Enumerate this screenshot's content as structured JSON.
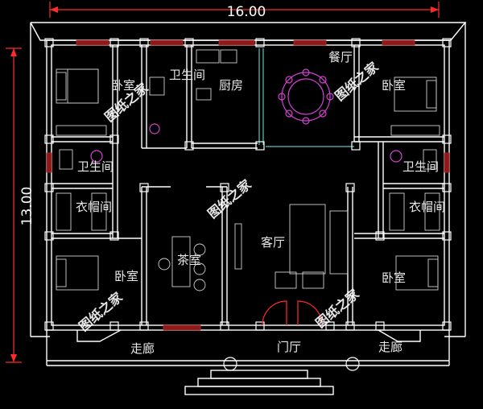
{
  "dimensions": {
    "width": "16.00",
    "height": "13.00"
  },
  "rooms": {
    "bedroom_nw": "卧室",
    "bathroom_n": "卫生间",
    "kitchen": "厨房",
    "dining": "餐厅",
    "bedroom_ne": "卧室",
    "bathroom_w": "卫生间",
    "bathroom_e": "卫生间",
    "closet_w": "衣帽间",
    "closet_e": "衣帽间",
    "living": "客厅",
    "tea": "茶室",
    "bedroom_sw": "卧室",
    "bedroom_se": "卧室",
    "corridor_w": "走廊",
    "entrance": "门厅",
    "corridor_e": "走廊"
  },
  "watermark": "图纸之家",
  "colors": {
    "background": "#000000",
    "wall": "#ffffff",
    "window": "#8b1a1a",
    "dimension": "#ff2b2b",
    "fixture": "#d040d0",
    "partition": "#5ec4c4"
  }
}
